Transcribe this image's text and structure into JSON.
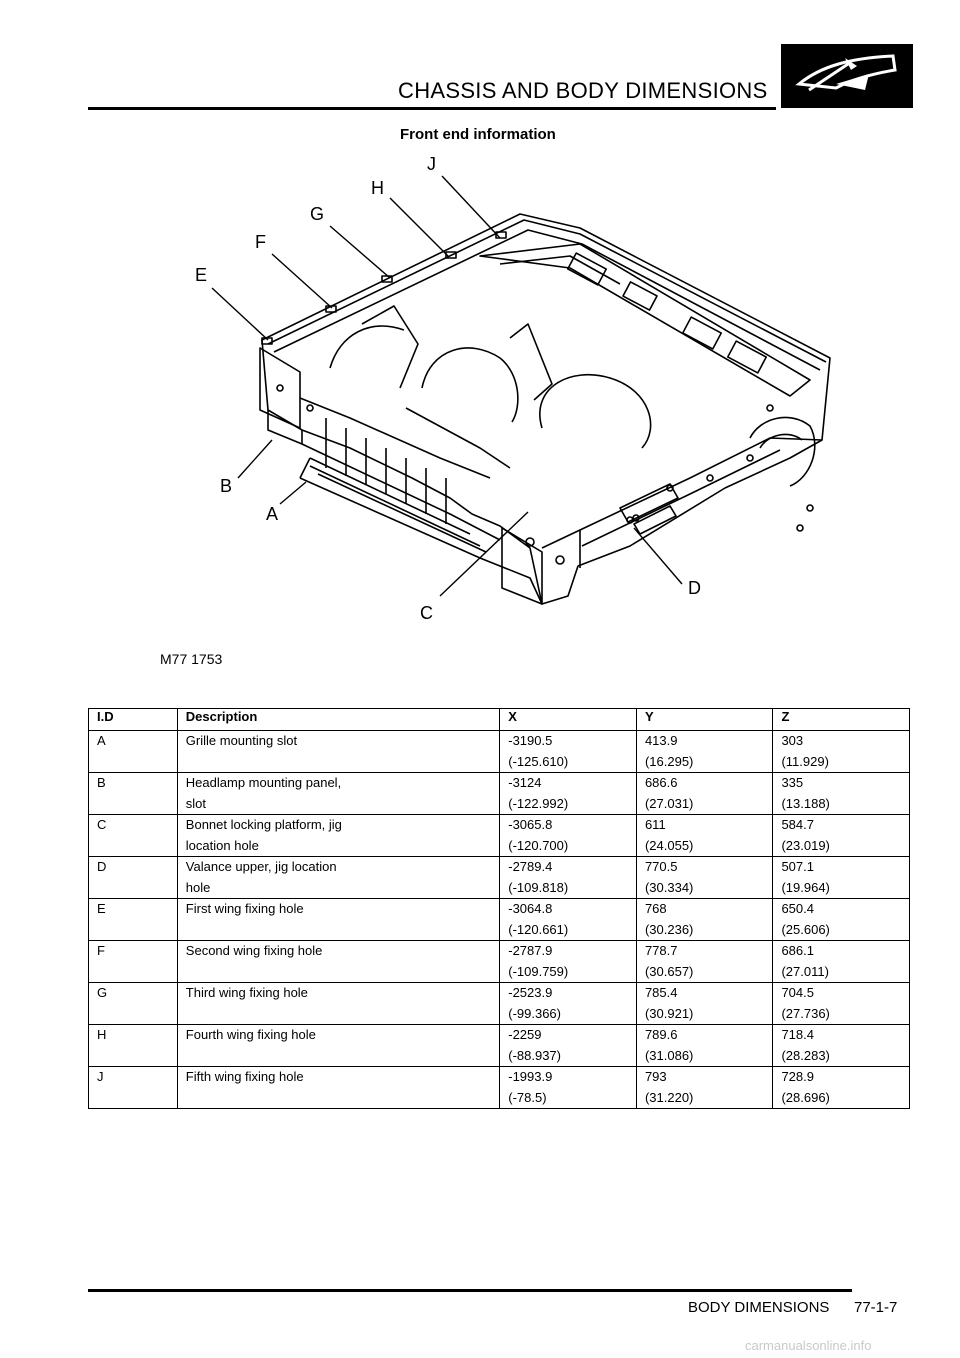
{
  "header": {
    "title": "CHASSIS AND BODY DIMENSIONS",
    "logo_icon": "car-wing-section-icon"
  },
  "section_title": "Front end information",
  "figure": {
    "callouts": [
      "J",
      "H",
      "G",
      "F",
      "E",
      "B",
      "A",
      "C",
      "D"
    ],
    "figure_id": "M77 1753"
  },
  "table": {
    "headers": [
      "I.D",
      "Description",
      "X",
      "Y",
      "Z"
    ],
    "rows": [
      {
        "id": "A",
        "desc": [
          "Grille mounting slot",
          ""
        ],
        "x": [
          "-3190.5",
          "(-125.610)"
        ],
        "y": [
          "413.9",
          "(16.295)"
        ],
        "z": [
          "303",
          "(11.929)"
        ]
      },
      {
        "id": "B",
        "desc": [
          "Headlamp mounting panel,",
          "slot"
        ],
        "x": [
          "-3124",
          "(-122.992)"
        ],
        "y": [
          "686.6",
          "(27.031)"
        ],
        "z": [
          "335",
          "(13.188)"
        ]
      },
      {
        "id": "C",
        "desc": [
          "Bonnet locking platform, jig",
          "location hole"
        ],
        "x": [
          "-3065.8",
          "(-120.700)"
        ],
        "y": [
          "611",
          "(24.055)"
        ],
        "z": [
          "584.7",
          "(23.019)"
        ]
      },
      {
        "id": "D",
        "desc": [
          "Valance upper, jig location",
          "hole"
        ],
        "x": [
          "-2789.4",
          "(-109.818)"
        ],
        "y": [
          "770.5",
          "(30.334)"
        ],
        "z": [
          "507.1",
          "(19.964)"
        ]
      },
      {
        "id": "E",
        "desc": [
          "First wing fixing hole",
          ""
        ],
        "x": [
          "-3064.8",
          "(-120.661)"
        ],
        "y": [
          "768",
          "(30.236)"
        ],
        "z": [
          "650.4",
          "(25.606)"
        ]
      },
      {
        "id": "F",
        "desc": [
          "Second wing fixing hole",
          ""
        ],
        "x": [
          "-2787.9",
          "(-109.759)"
        ],
        "y": [
          "778.7",
          "(30.657)"
        ],
        "z": [
          "686.1",
          "(27.011)"
        ]
      },
      {
        "id": "G",
        "desc": [
          "Third wing fixing hole",
          ""
        ],
        "x": [
          "-2523.9",
          "(-99.366)"
        ],
        "y": [
          "785.4",
          "(30.921)"
        ],
        "z": [
          "704.5",
          "(27.736)"
        ]
      },
      {
        "id": "H",
        "desc": [
          "Fourth wing fixing hole",
          ""
        ],
        "x": [
          "-2259",
          "(-88.937)"
        ],
        "y": [
          "789.6",
          "(31.086)"
        ],
        "z": [
          "718.4",
          "(28.283)"
        ]
      },
      {
        "id": "J",
        "desc": [
          "Fifth wing fixing hole",
          ""
        ],
        "x": [
          "-1993.9",
          "(-78.5)"
        ],
        "y": [
          "793",
          "(31.220)"
        ],
        "z": [
          "728.9",
          "(28.696)"
        ]
      }
    ]
  },
  "footer": {
    "section": "BODY DIMENSIONS",
    "page": "77-1-7",
    "watermark": "carmanualsonline.info"
  }
}
